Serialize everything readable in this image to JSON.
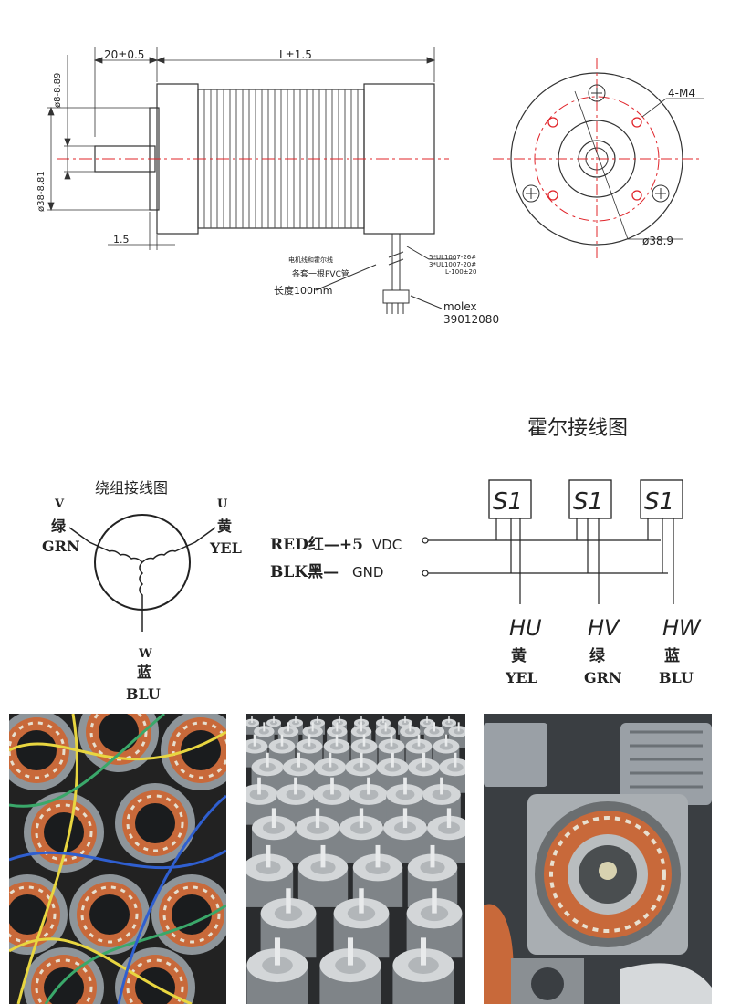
{
  "drawing": {
    "dim_front": "20±0.5",
    "dim_length": "L±1.5",
    "dim_shaft_dia": "ø8-8.89",
    "dim_pilot_dia": "ø38-8.81",
    "dim_step": "1.5",
    "dim_bolts": "4-M4",
    "dim_pcd": "ø38.9",
    "cable_note_1": "电机线和霍尔线",
    "cable_note_2": "各套一根PVC管",
    "cable_note_3": "长度100mm",
    "wire_spec_1": "5*UL1007-26#",
    "wire_spec_2": "3*UL1007-20#",
    "wire_spec_3": "L-100±20",
    "connector_1": "molex",
    "connector_2": "39012080"
  },
  "winding": {
    "title": "绕组接线图",
    "v_letter": "V",
    "v_cn": "绿",
    "v_en": "GRN",
    "u_letter": "U",
    "u_cn": "黄",
    "u_en": "YEL",
    "w_letter": "W",
    "w_cn": "蓝",
    "w_en": "BLU"
  },
  "hall": {
    "title": "霍尔接线图",
    "sensor_label": "S1",
    "red_label": "RED红—+5",
    "red_unit": "VDC",
    "blk_label": "BLK黑—",
    "blk_unit": "GND",
    "outputs": [
      {
        "name": "HU",
        "cn": "黄",
        "en": "YEL"
      },
      {
        "name": "HV",
        "cn": "绿",
        "en": "GRN"
      },
      {
        "name": "HW",
        "cn": "蓝",
        "en": "BLU"
      }
    ]
  },
  "colors": {
    "line": "#222222",
    "centerline": "#e0242a",
    "copper": "#c8693a",
    "wire_yellow": "#e8d640",
    "wire_blue": "#2f5fd0",
    "wire_green": "#3aa86a"
  }
}
